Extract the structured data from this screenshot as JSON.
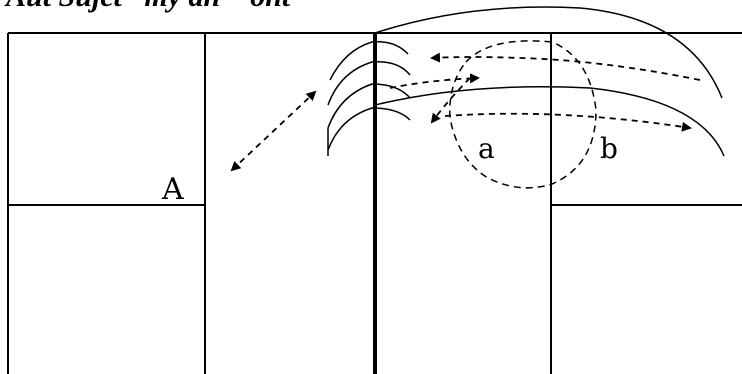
{
  "caption": "Aut Sujet · my an ·· ont",
  "labels": {
    "point_a_upper": "A",
    "point_a_lower": "a",
    "point_b": "b"
  }
}
